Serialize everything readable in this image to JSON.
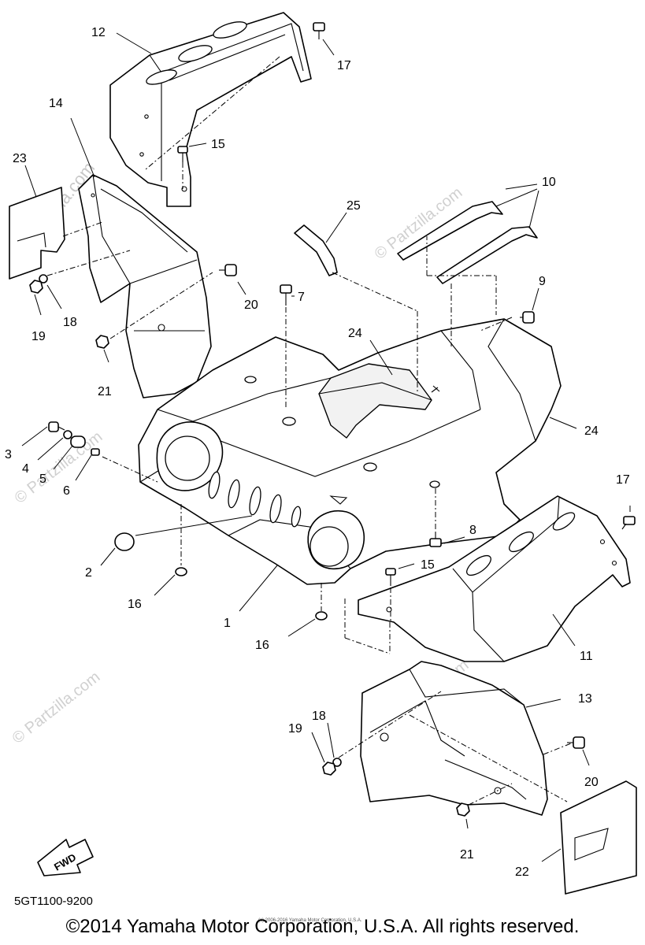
{
  "diagram": {
    "code": "5GT1100-9200",
    "copyright": "©2014 Yamaha Motor Corporation, U.S.A. All rights reserved.",
    "small_copyright": "(c) 2006-2016 Yamaha Motor Corporation, U.S.A.",
    "watermark": "© Partzilla.com",
    "direction_label": "FWD",
    "callouts": [
      {
        "id": "c1",
        "text": "1"
      },
      {
        "id": "c2",
        "text": "2"
      },
      {
        "id": "c3",
        "text": "3"
      },
      {
        "id": "c4",
        "text": "4"
      },
      {
        "id": "c5",
        "text": "5"
      },
      {
        "id": "c6",
        "text": "6"
      },
      {
        "id": "c7",
        "text": "7"
      },
      {
        "id": "c8",
        "text": "8"
      },
      {
        "id": "c9",
        "text": "9"
      },
      {
        "id": "c10",
        "text": "10"
      },
      {
        "id": "c11",
        "text": "11"
      },
      {
        "id": "c12",
        "text": "12"
      },
      {
        "id": "c13",
        "text": "13"
      },
      {
        "id": "c14",
        "text": "14"
      },
      {
        "id": "c15a",
        "text": "15"
      },
      {
        "id": "c15b",
        "text": "15"
      },
      {
        "id": "c16a",
        "text": "16"
      },
      {
        "id": "c16b",
        "text": "16"
      },
      {
        "id": "c17a",
        "text": "17"
      },
      {
        "id": "c17b",
        "text": "17"
      },
      {
        "id": "c18a",
        "text": "18"
      },
      {
        "id": "c18b",
        "text": "18"
      },
      {
        "id": "c19a",
        "text": "19"
      },
      {
        "id": "c19b",
        "text": "19"
      },
      {
        "id": "c20a",
        "text": "20"
      },
      {
        "id": "c20b",
        "text": "20"
      },
      {
        "id": "c21a",
        "text": "21"
      },
      {
        "id": "c21b",
        "text": "21"
      },
      {
        "id": "c22",
        "text": "22"
      },
      {
        "id": "c23",
        "text": "23"
      },
      {
        "id": "c24a",
        "text": "24"
      },
      {
        "id": "c24b",
        "text": "24"
      },
      {
        "id": "c25",
        "text": "25"
      }
    ]
  }
}
